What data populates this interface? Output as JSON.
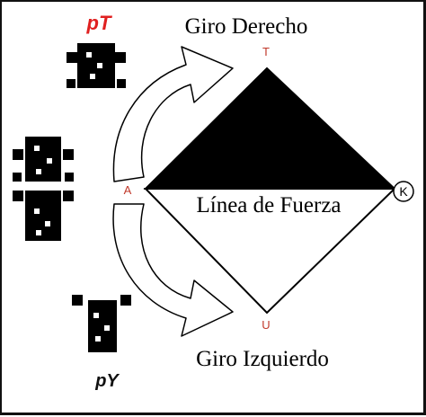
{
  "labels": {
    "turn_right": "Giro Derecho",
    "turn_left": "Giro Izquierdo",
    "line_of_force": "Línea de Fuerza",
    "vertex_top": "T",
    "vertex_bottom": "U",
    "vertex_left": "A",
    "vertex_right": "K",
    "figure_top": "pT",
    "figure_bottom": "pY"
  },
  "colors": {
    "vertex_label": "#c0392b",
    "figure_top_label": "#e02020",
    "figure_bottom_label": "#111111",
    "triangle_fill": "#000000"
  },
  "icons": [
    "pixel-figure-icon",
    "arrow-right-turn-icon",
    "arrow-left-turn-icon",
    "circle-k-icon"
  ]
}
